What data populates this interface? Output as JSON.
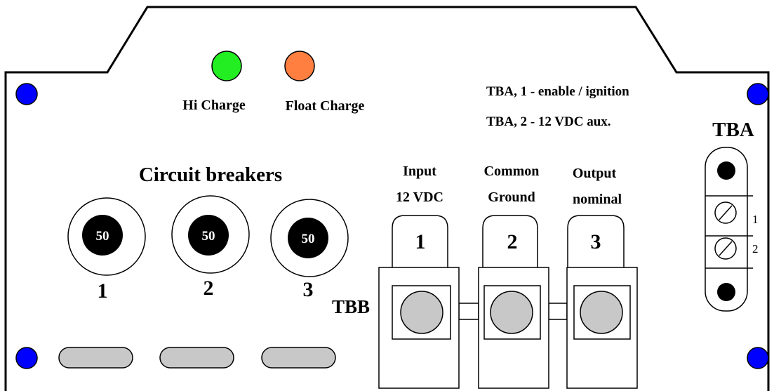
{
  "indicators": {
    "hi_charge": {
      "label": "Hi Charge",
      "color": "#22ee22"
    },
    "float_charge": {
      "label": "Float Charge",
      "color": "#ff7f40"
    }
  },
  "notes": {
    "line1": "TBA, 1 - enable / ignition",
    "line2": "TBA, 2 - 12 VDC aux."
  },
  "circuit_breakers": {
    "title": "Circuit breakers",
    "items": [
      {
        "rating": "50",
        "number": "1"
      },
      {
        "rating": "50",
        "number": "2"
      },
      {
        "rating": "50",
        "number": "3"
      }
    ]
  },
  "tbb": {
    "label": "TBB",
    "terminals": [
      {
        "number": "1",
        "label_line1": "Input",
        "label_line2": "12 VDC"
      },
      {
        "number": "2",
        "label_line1": "Common",
        "label_line2": "Ground"
      },
      {
        "number": "3",
        "label_line1": "Output",
        "label_line2": "nominal"
      }
    ]
  },
  "tba": {
    "label": "TBA",
    "terminals": [
      "1",
      "2"
    ]
  },
  "colors": {
    "mounting_screw": "#0000ff",
    "terminal_screw": "#c8c8c8",
    "slot": "#c8c8c8"
  }
}
